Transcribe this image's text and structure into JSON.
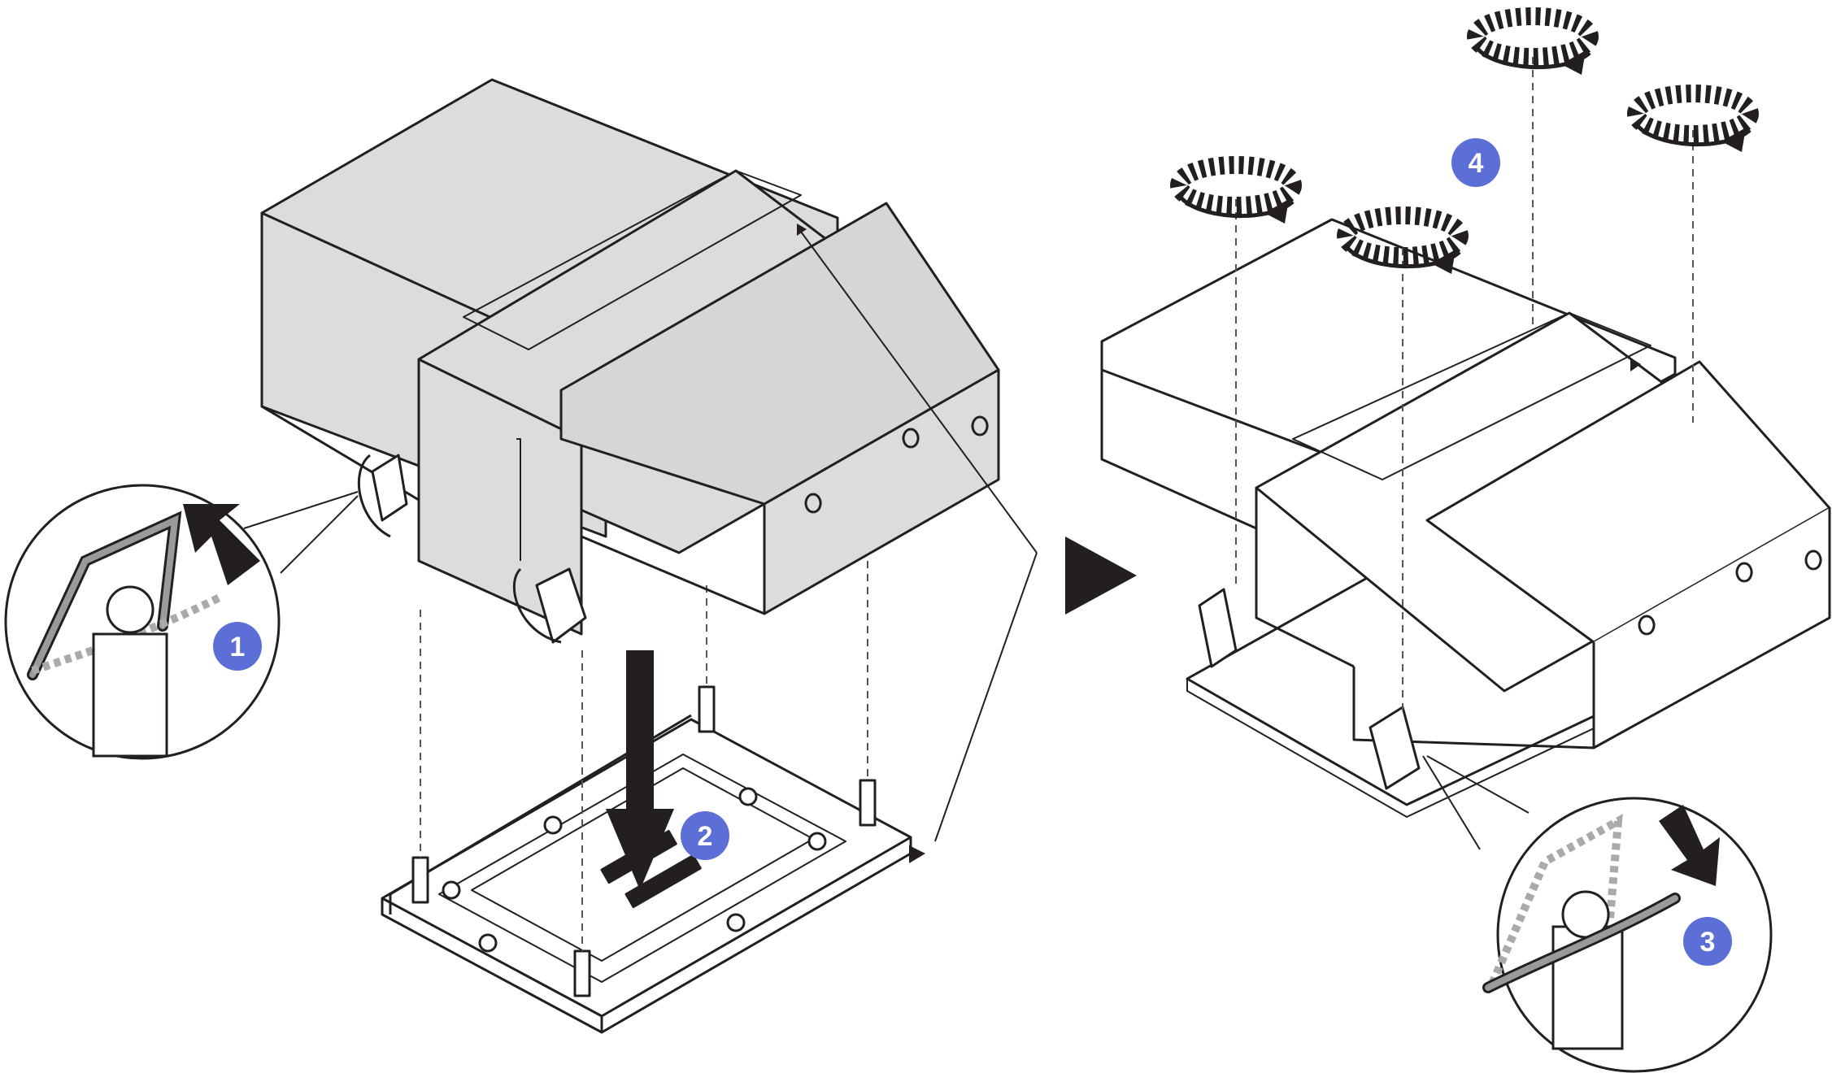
{
  "diagram": {
    "steps": [
      {
        "id": 1,
        "label": "1"
      },
      {
        "id": 2,
        "label": "2"
      },
      {
        "id": 3,
        "label": "3"
      },
      {
        "id": 4,
        "label": "4"
      }
    ],
    "colors": {
      "heatsink_fill_left": "#dcdcdc",
      "heatsink_fill_right": "#ffffff",
      "line": "#231f20",
      "badge": "#5b6fd6",
      "dashed": "#555555"
    },
    "icons": [
      "rotate-clockwise-icon",
      "lever-icon",
      "down-arrow-icon",
      "next-step-arrow-icon"
    ]
  }
}
